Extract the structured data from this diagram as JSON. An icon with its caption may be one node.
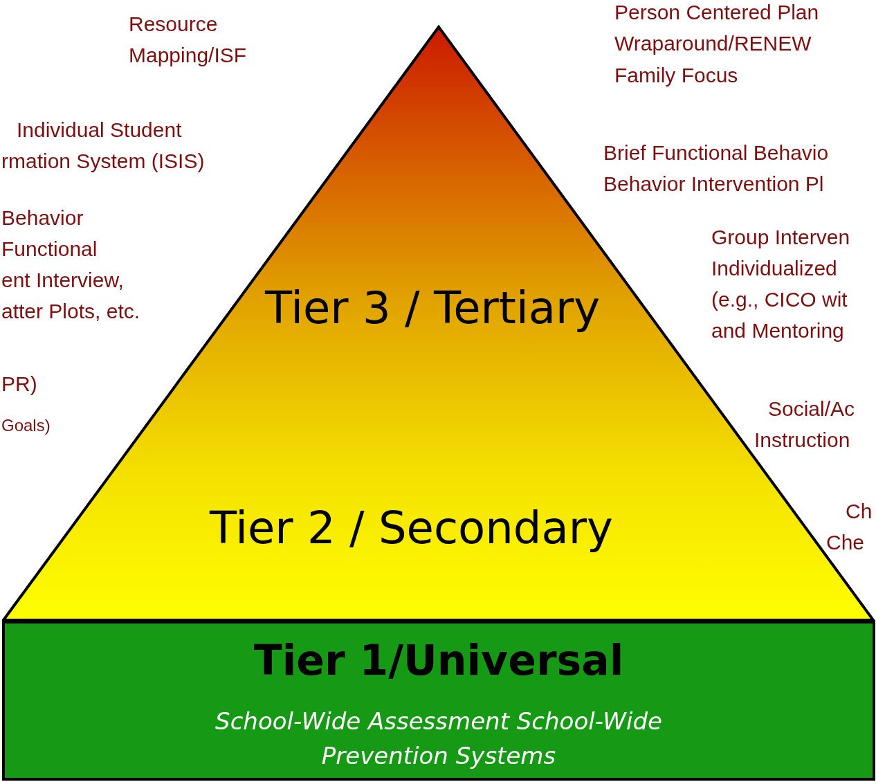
{
  "diagram": {
    "nodes": [
      {
        "text": [
          "Tier 3 / Tertiary",
          "Tier 2 / Secondary"
        ]
      },
      {
        "text": [
          "Tier 1/Universal",
          "School-Wide Assessment School-Wide Prevention Systems"
        ]
      }
    ],
    "labels": [
      "Resource Mapping/ISF",
      "Person Centered Plan",
      "Wraparound/RENEW",
      "Family Focus",
      "Individual Student",
      "rmation System (ISIS)",
      "Brief Functional Behavio",
      "Behavior Intervention Pl",
      "Behavior",
      "Functional",
      "ent Interview,",
      "atter Plots, etc.",
      "Group Interven",
      "Individualized",
      "(e.g., CICO wit",
      "and Mentoring",
      "PR)",
      "Goals)",
      "Social/Ac",
      "Instruction",
      "Ch",
      "Che"
    ]
  }
}
